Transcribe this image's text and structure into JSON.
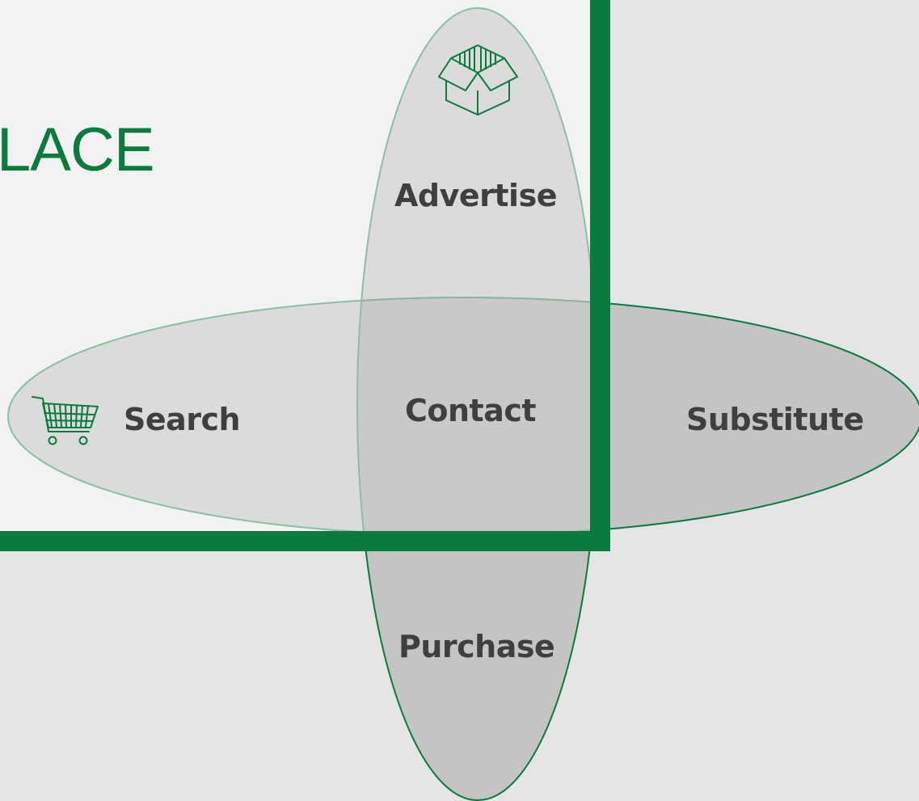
{
  "heading": "LACE",
  "labels": {
    "advertise": "Advertise",
    "search": "Search",
    "contact": "Contact",
    "substitute": "Substitute",
    "purchase": "Purchase"
  },
  "icons": {
    "advertise": "open-box-icon",
    "search": "shopping-cart-icon"
  },
  "colors": {
    "accent_green": "#0b7a3e",
    "light_panel": "#f2f2f2",
    "background": "#e5e5e5",
    "ellipse_fill_light": "#e0e0e0",
    "ellipse_fill_dark": "#c4c4c4",
    "label_text": "#3f3f3f"
  }
}
